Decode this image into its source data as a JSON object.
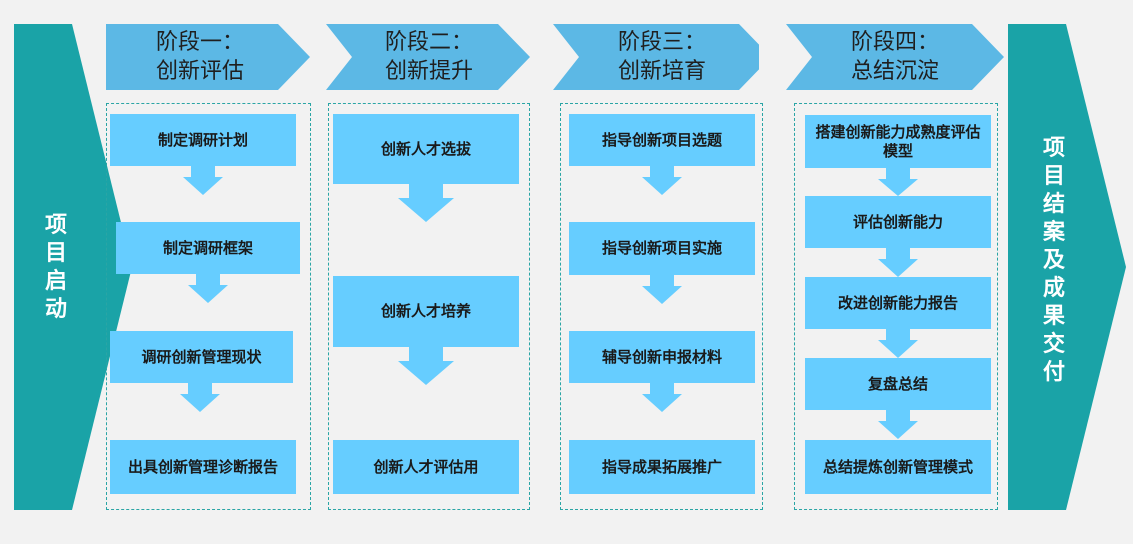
{
  "colors": {
    "teal": "#1aa3a7",
    "stage_head": "#5cb8e5",
    "step_fill": "#66cdff",
    "dashed_border": "#2aa5a5"
  },
  "start_label": "项目启动",
  "end_label": "项目结案及成果交付",
  "stages": [
    {
      "title_line1": "阶段一：",
      "title_line2": "创新评估",
      "steps": [
        "制定调研计划",
        "制定调研框架",
        "调研创新管理现状",
        "出具创新管理诊断报告"
      ]
    },
    {
      "title_line1": "阶段二：",
      "title_line2": "创新提升",
      "steps": [
        "创新人才选拔",
        "创新人才培养",
        "创新人才评估用"
      ]
    },
    {
      "title_line1": "阶段三：",
      "title_line2": "创新培育",
      "steps": [
        "指导创新项目选题",
        "指导创新项目实施",
        "辅导创新申报材料",
        "指导成果拓展推广"
      ]
    },
    {
      "title_line1": "阶段四：",
      "title_line2": "总结沉淀",
      "steps": [
        "搭建创新能力成熟度评估模型",
        "评估创新能力",
        "改进创新能力报告",
        "复盘总结",
        "总结提炼创新管理模式"
      ]
    }
  ]
}
